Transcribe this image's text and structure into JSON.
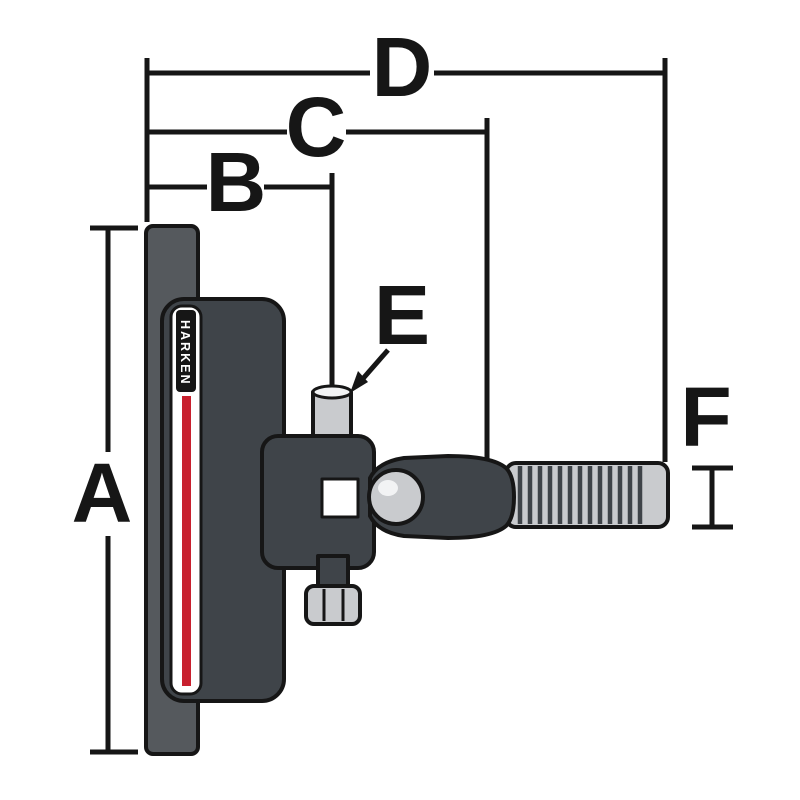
{
  "diagram": {
    "brand": "HARKEN",
    "dimensions": {
      "a": "A",
      "b": "B",
      "c": "C",
      "d": "D",
      "e": "E",
      "f": "F"
    }
  },
  "colors": {
    "background": "#ffffff",
    "outline": "#161616",
    "track_gray": "#55595d",
    "body_gray": "#3f4449",
    "bearing_white": "#ffffff",
    "stripe_red": "#c8202e",
    "metal_light": "#c9cbce",
    "metal_highlight": "#f2f3f4"
  }
}
